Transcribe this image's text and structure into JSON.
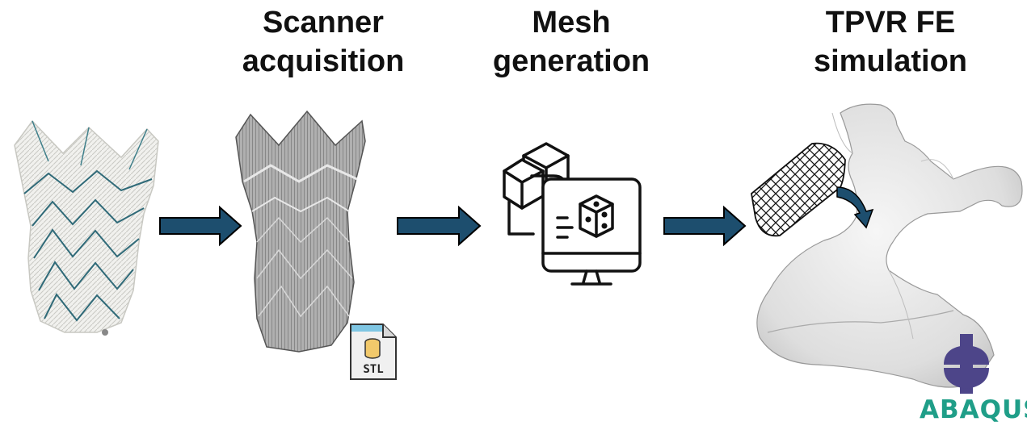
{
  "steps": [
    {
      "line1": "Scanner",
      "line2": "acquisition"
    },
    {
      "line1": "Mesh",
      "line2": "generation"
    },
    {
      "line1": "TPVR FE",
      "line2": "simulation"
    }
  ],
  "file_icon": {
    "label": "STL"
  },
  "logo": {
    "text": "ABAQUS"
  },
  "colors": {
    "arrow_fill": "#1d4e6e",
    "arrow_stroke": "#000000",
    "logo_green": "#1f9e88",
    "logo_purple": "#4d4589"
  }
}
